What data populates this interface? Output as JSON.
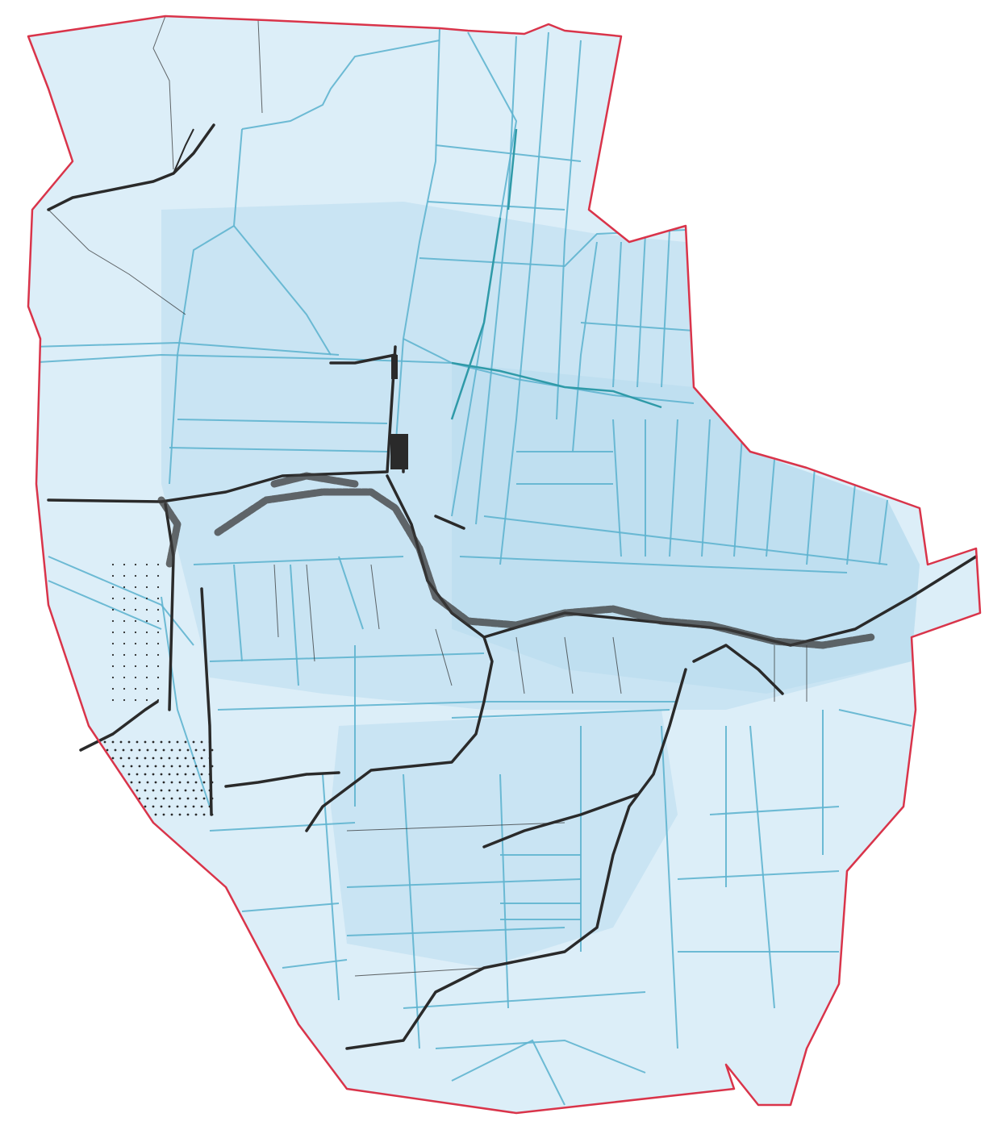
{
  "map": {
    "colors": {
      "background": "#ffffff",
      "boundary": "#d9344a",
      "fill": "#dceef8",
      "fill_dense": "#b9dcef",
      "parcel_line": "#5fb4cf",
      "parcel_line_dark": "#2f9aa8",
      "road": "#2a2a2a",
      "settlement": "#3a3a3a"
    },
    "layers": [
      "municipal-boundary",
      "parcel-lines",
      "roads",
      "settlement-strip",
      "orchard-dots"
    ]
  }
}
